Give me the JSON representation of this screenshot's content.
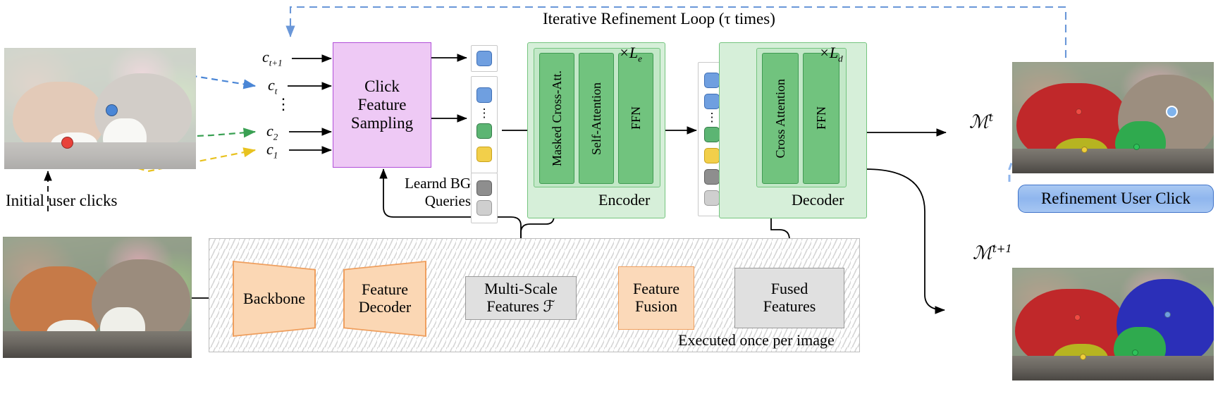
{
  "diagram": {
    "title_loop": "Iterative Refinement Loop (τ times)",
    "initial_clicks_label": "Initial user clicks",
    "executed_once_label": "Executed once per image"
  },
  "clicks": {
    "labels": [
      "c_{t+1}",
      "c_t",
      "c_2",
      "c_1"
    ],
    "label_tplus1": "c",
    "sub_tplus1": "t+1",
    "label_t": "c",
    "sub_t": "t",
    "label_2": "c",
    "sub_2": "2",
    "label_1": "c",
    "sub_1": "1",
    "vdots": "⋮",
    "colors": {
      "blue": "#4a86d6",
      "red": "#e8423a",
      "green": "#3aa053",
      "yellow": "#e8c220"
    }
  },
  "blocks": {
    "click_feature_sampling": "Click Feature Sampling",
    "click_feature_sampling_lines": [
      "Click",
      "Feature",
      "Sampling"
    ],
    "learnd_bg_queries_lines": [
      "Learnd BG",
      "Queries"
    ],
    "encoder": {
      "name": "Encoder",
      "repeat": "×L",
      "repeat_sub": "e",
      "columns": [
        "Masked Cross-Att.",
        "Self-Attention",
        "FFN"
      ]
    },
    "decoder": {
      "name": "Decoder",
      "repeat": "×L",
      "repeat_sub": "d",
      "columns": [
        "Cross Attention",
        "FFN"
      ]
    },
    "backbone": "Backbone",
    "feature_decoder_lines": [
      "Feature",
      "Decoder"
    ],
    "multi_scale_features_lines": [
      "Multi-Scale",
      "Features ℱ"
    ],
    "feature_fusion_lines": [
      "Feature",
      "Fusion"
    ],
    "fused_features_lines": [
      "Fused",
      "Features"
    ]
  },
  "outputs": {
    "mask_t": "ℳ",
    "mask_t_sup": "t",
    "mask_t1": "ℳ",
    "mask_t1_sup": "t+1",
    "refinement_button": "Refinement User Click"
  },
  "tokens": {
    "top_column": [
      "blue"
    ],
    "main_column": [
      "blue",
      "dots",
      "green",
      "yellow"
    ],
    "bg_column": [
      "gray",
      "lgray"
    ],
    "mid_column": [
      "blue",
      "blue",
      "dots",
      "green",
      "yellow",
      "gray",
      "lgray"
    ]
  },
  "colors": {
    "purple_fill": "#eec9f5",
    "purple_stroke": "#b14fd8",
    "green_fill": "#71c37e",
    "green_outer": "#d6efd9",
    "orange_fill": "#fbd7b4",
    "orange_stroke": "#ef9f5e",
    "gray_fill": "#e0e0e0",
    "loop_blue": "#6a97d8",
    "button_blue": "#8fb6ee"
  }
}
